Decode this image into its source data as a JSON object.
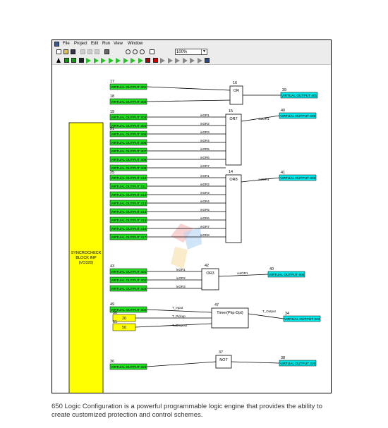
{
  "menu": [
    "File",
    "Project",
    "Edit",
    "Run",
    "View",
    "Window"
  ],
  "toolbar": {
    "zoom": "100%"
  },
  "block_inp": {
    "lines": [
      "SYNCROCHECK",
      "BLOCK INP",
      "(VO320)"
    ]
  },
  "gates": [
    {
      "id": "or-16",
      "num": "16",
      "label": "OR"
    },
    {
      "id": "or7-15",
      "num": "15",
      "label": "OR7",
      "inputs": [
        "inOR1",
        "inOR2",
        "inOR3",
        "inOR4",
        "inOR5",
        "inOR6",
        "inOR7"
      ],
      "output": "outOR1"
    },
    {
      "id": "or8-14",
      "num": "14",
      "label": "OR8",
      "inputs": [
        "inOR1",
        "inOR2",
        "inOR3",
        "inOR4",
        "inOR5",
        "inOR6",
        "inOR7",
        "inOR8"
      ],
      "output": "outOR1"
    },
    {
      "id": "or3-42",
      "num": "42",
      "label": "OR3",
      "inputs": [
        "inOR1",
        "inOR2",
        "inOR3"
      ],
      "output": "outOR1"
    },
    {
      "id": "timer-47",
      "num": "47",
      "label": "Timer(Pkp-Dpt)",
      "inputs": [
        "T_Input",
        "T_Pickup",
        "T_Dropout"
      ],
      "output": "T_Output"
    },
    {
      "id": "not-37",
      "num": "37",
      "label": "NOT"
    }
  ],
  "inputs": [
    {
      "num": "17",
      "label": "VIRTUAL OUTPUT 301"
    },
    {
      "num": "18",
      "label": "VIRTUAL OUTPUT 302"
    },
    {
      "num": "19",
      "label": "VIRTUAL OUTPUT 303"
    },
    {
      "num": "",
      "label": "VIRTUAL OUTPUT 304"
    },
    {
      "num": "21",
      "label": "VIRTUAL OUTPUT 305"
    },
    {
      "num": "",
      "label": "VIRTUAL OUTPUT 306"
    },
    {
      "num": "",
      "label": "VIRTUAL OUTPUT 307"
    },
    {
      "num": "",
      "label": "VIRTUAL OUTPUT 308"
    },
    {
      "num": "",
      "label": "VIRTUAL OUTPUT 309"
    },
    {
      "num": "25",
      "label": "VIRTUAL OUTPUT 310"
    },
    {
      "num": "",
      "label": "VIRTUAL OUTPUT 311"
    },
    {
      "num": "",
      "label": "VIRTUAL OUTPUT 312"
    },
    {
      "num": "",
      "label": "VIRTUAL OUTPUT 313"
    },
    {
      "num": "",
      "label": "VIRTUAL OUTPUT 314"
    },
    {
      "num": "",
      "label": "VIRTUAL OUTPUT 315"
    },
    {
      "num": "",
      "label": "VIRTUAL OUTPUT 316"
    },
    {
      "num": "",
      "label": "VIRTUAL OUTPUT 317"
    },
    {
      "num": "43",
      "label": "VIRTUAL OUTPUT 401"
    },
    {
      "num": "",
      "label": "VIRTUAL OUTPUT 402"
    },
    {
      "num": "",
      "label": "VIRTUAL OUTPUT 403"
    },
    {
      "num": "49",
      "label": "VIRTUAL OUTPUT 404"
    },
    {
      "num": "36",
      "label": "VIRTUAL OUTPUT 323"
    }
  ],
  "constants": [
    {
      "num": "50",
      "value": "20"
    },
    {
      "num": "51",
      "value": "50"
    }
  ],
  "outputs": [
    {
      "num": "39",
      "label": "VIRTUAL OUTPUT 401"
    },
    {
      "num": "40",
      "label": "VIRTUAL OUTPUT 402"
    },
    {
      "num": "41",
      "label": "VIRTUAL OUTPUT 403"
    },
    {
      "num": "40",
      "label": "VIRTUAL OUTPUT 404"
    },
    {
      "num": "34",
      "label": "VIRTUAL OUTPUT 323"
    },
    {
      "num": "38",
      "label": "VIRTUAL OUTPUT 320"
    }
  ],
  "caption": "650 Logic Configuration is a powerful programmable logic engine that provides the ability to create customized protection and control schemes.",
  "colors": {
    "input_fill": "#22dd22",
    "output_fill": "#00e5e5",
    "block_fill": "#ffff00",
    "wire": "#000000"
  }
}
